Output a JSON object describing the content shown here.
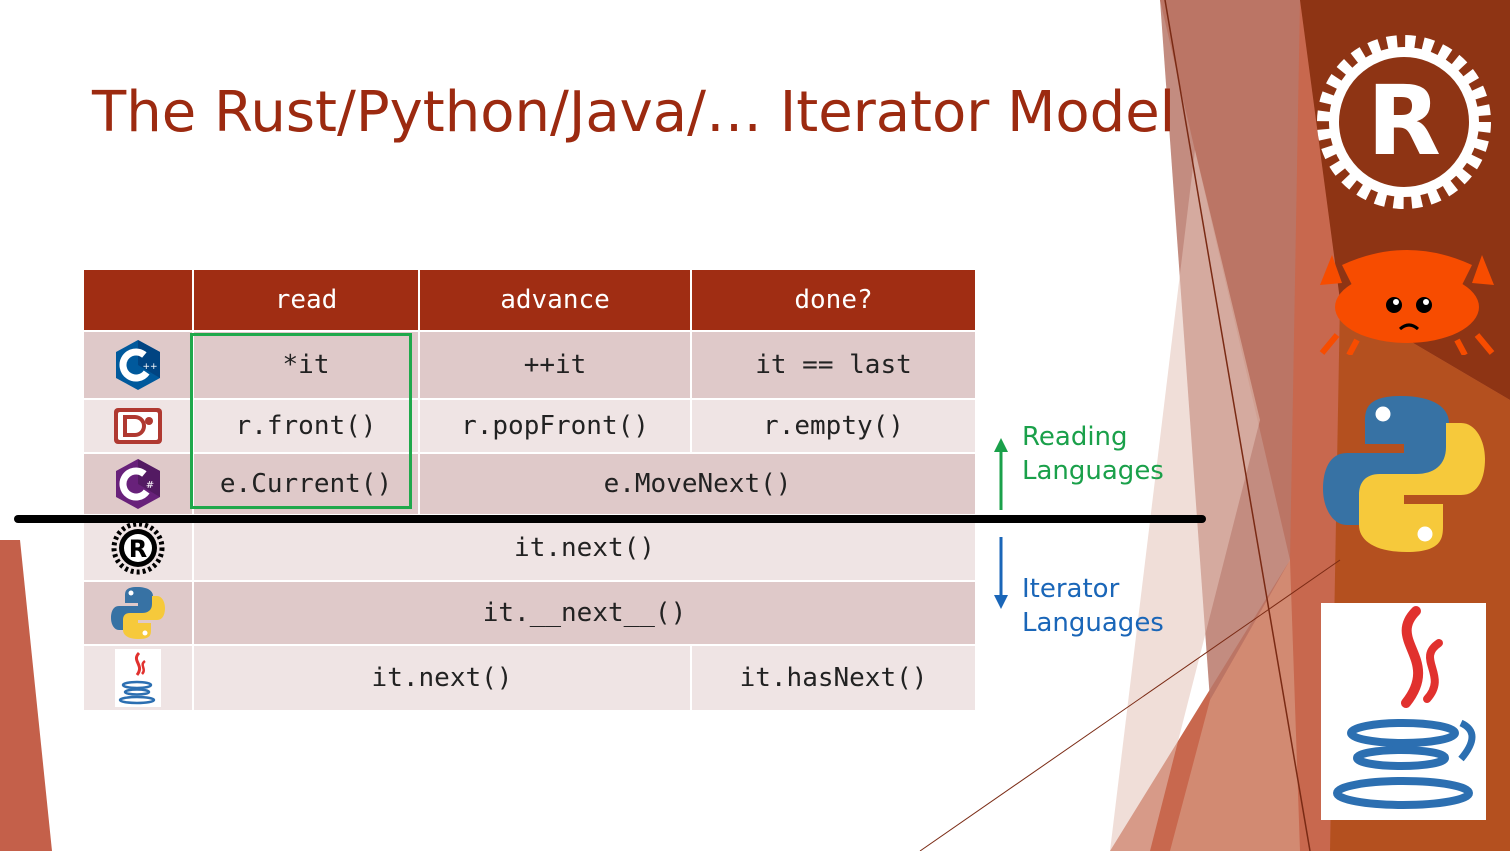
{
  "title": "The Rust/Python/Java/… Iterator Model",
  "table": {
    "headers": [
      "",
      "read",
      "advance",
      "done?"
    ],
    "rows": [
      {
        "logo": "cpp-logo-icon",
        "cells": [
          "*it",
          "++it",
          "it == last"
        ]
      },
      {
        "logo": "d-lang-logo-icon",
        "cells": [
          "r.front()",
          "r.popFront()",
          "r.empty()"
        ]
      },
      {
        "logo": "csharp-logo-icon",
        "cells": [
          "e.Current()",
          "e.MoveNext()"
        ]
      },
      {
        "logo": "rust-logo-icon",
        "cells": [
          "it.next()"
        ]
      },
      {
        "logo": "python-logo-icon",
        "cells": [
          "it.__next__()"
        ]
      },
      {
        "logo": "java-logo-icon",
        "cells": [
          "it.next()",
          "it.hasNext()"
        ]
      }
    ]
  },
  "reading_label": {
    "line1": "Reading",
    "line2": "Languages",
    "color": "#1aa04a"
  },
  "iterator_label": {
    "line1": "Iterator",
    "line2": "Languages",
    "color": "#1a66b8"
  },
  "colors": {
    "title": "#9c2a10",
    "header_bg": "#a02d13",
    "row_dark": "#dfc9c9",
    "row_light": "#efe4e4",
    "highlight_box": "#1fa84b"
  },
  "right_logos": [
    "rust-gear-logo-icon",
    "ferris-crab-icon",
    "python-logo-icon",
    "java-logo-icon"
  ]
}
